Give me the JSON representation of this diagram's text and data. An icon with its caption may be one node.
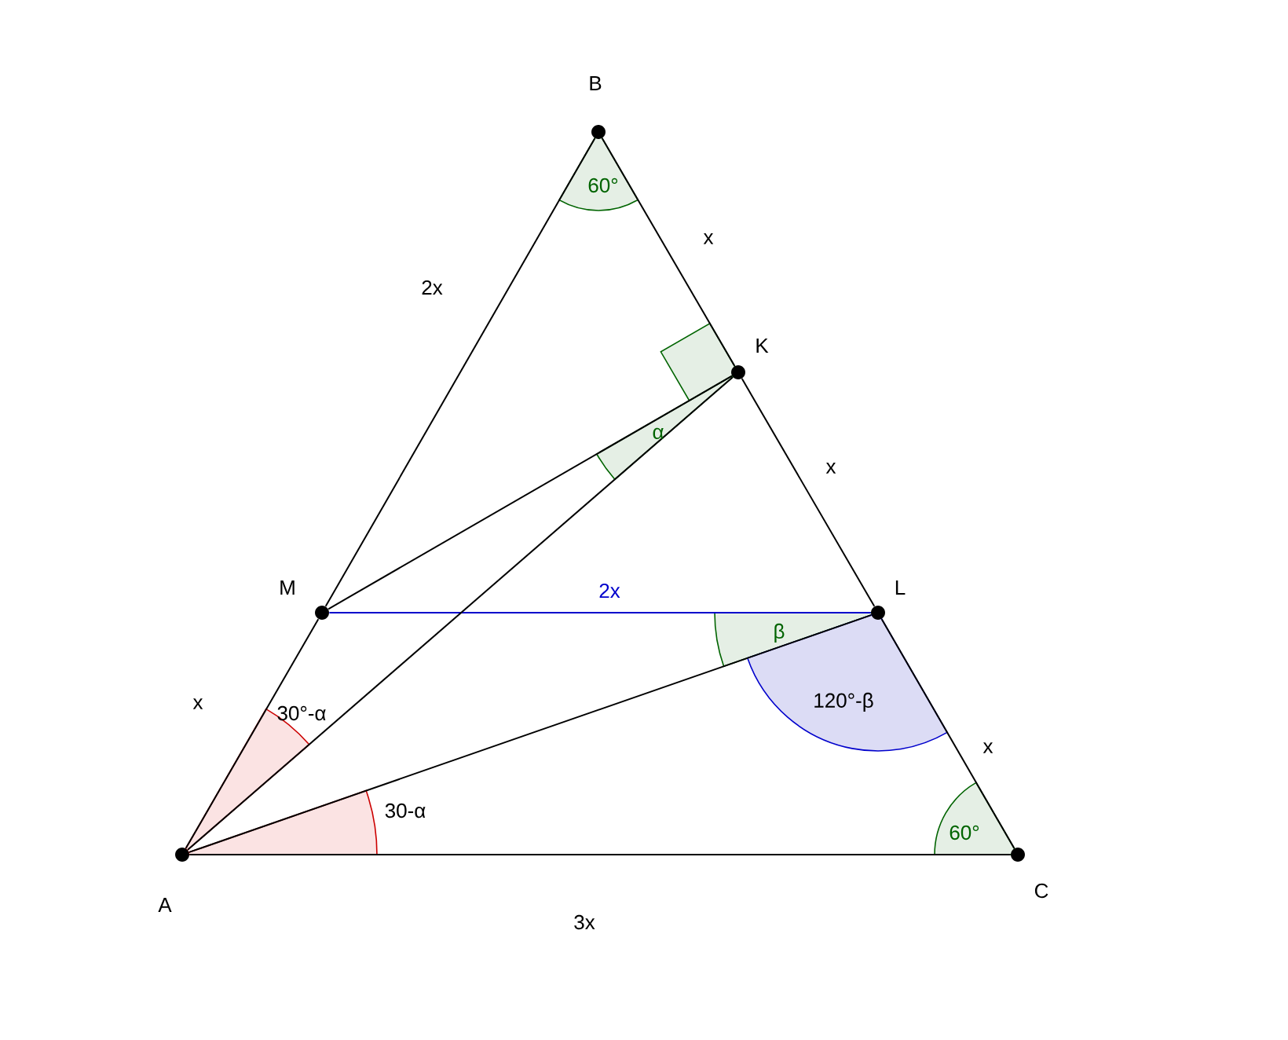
{
  "diagram": {
    "nodes": [
      {
        "text": [],
        "shape": "circle",
        "beside": [
          "B"
        ]
      },
      {
        "text": [],
        "shape": "circle",
        "beside": [
          "K"
        ]
      },
      {
        "text": [],
        "shape": "circle",
        "beside": [
          "M"
        ]
      },
      {
        "text": [],
        "shape": "circle",
        "beside": [
          "L"
        ]
      },
      {
        "text": [],
        "shape": "circle",
        "beside": [
          "A"
        ]
      },
      {
        "text": [],
        "shape": "circle",
        "beside": [
          "C"
        ]
      }
    ],
    "edges": [
      {
        "from": 0,
        "to": 2,
        "arrow": "none",
        "label": "2x"
      },
      {
        "from": 0,
        "to": 1,
        "arrow": "none",
        "label": "x"
      },
      {
        "from": 1,
        "to": 3,
        "arrow": "none",
        "label": "x"
      },
      {
        "from": 2,
        "to": 4,
        "arrow": "none",
        "label": "x"
      },
      {
        "from": 2,
        "to": 3,
        "arrow": "none",
        "label": "2x",
        "color": "#0000cc"
      },
      {
        "from": 3,
        "to": 5,
        "arrow": "none",
        "label": "x"
      },
      {
        "from": 4,
        "to": 5,
        "arrow": "none",
        "label": "3x"
      },
      {
        "from": 2,
        "to": 1,
        "arrow": "none"
      },
      {
        "from": 4,
        "to": 1,
        "arrow": "none"
      },
      {
        "from": 4,
        "to": 3,
        "arrow": "none"
      }
    ],
    "labels": [
      "60°",
      "α",
      "30°-α",
      "30-α",
      "β",
      "120°-β",
      "60°"
    ]
  }
}
